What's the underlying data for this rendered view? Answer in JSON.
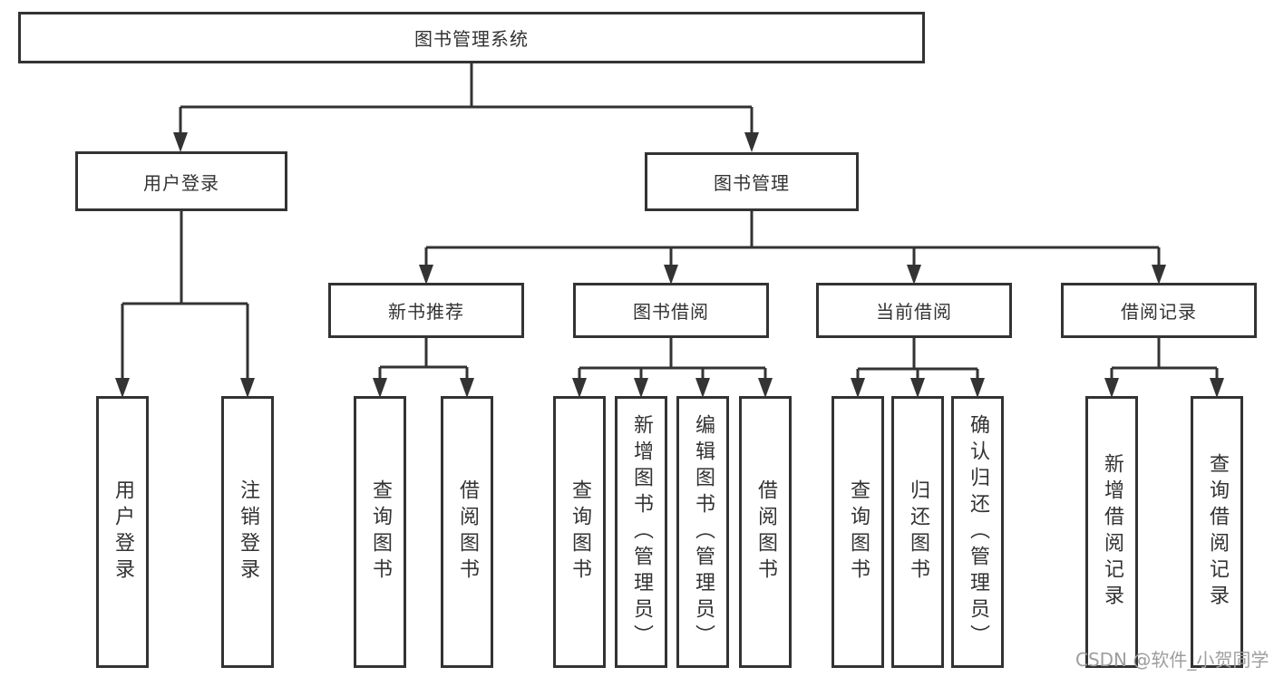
{
  "diagram": {
    "watermark": "CSDN @软件_小贺同学",
    "colors": {
      "line": "#333333",
      "box_border": "#333333",
      "box_background": "#ffffff",
      "text": "#333333",
      "watermark": "#9e9e9e",
      "background": "#ffffff"
    },
    "root": {
      "label": "图书管理系统"
    },
    "branches": [
      {
        "label": "用户登录",
        "children": [
          {
            "label": "用户登录"
          },
          {
            "label": "注销登录"
          }
        ]
      },
      {
        "label": "图书管理",
        "children": [
          {
            "label": "新书推荐",
            "children": [
              {
                "label": "查询图书"
              },
              {
                "label": "借阅图书"
              }
            ]
          },
          {
            "label": "图书借阅",
            "children": [
              {
                "label": "查询图书"
              },
              {
                "label": "新增图书（管理员）"
              },
              {
                "label": "编辑图书（管理员）"
              },
              {
                "label": "借阅图书"
              }
            ]
          },
          {
            "label": "当前借阅",
            "children": [
              {
                "label": "查询图书"
              },
              {
                "label": "归还图书"
              },
              {
                "label": "确认归还（管理员）"
              }
            ]
          },
          {
            "label": "借阅记录",
            "children": [
              {
                "label": "新增借阅记录"
              },
              {
                "label": "查询借阅记录"
              }
            ]
          }
        ]
      }
    ]
  }
}
